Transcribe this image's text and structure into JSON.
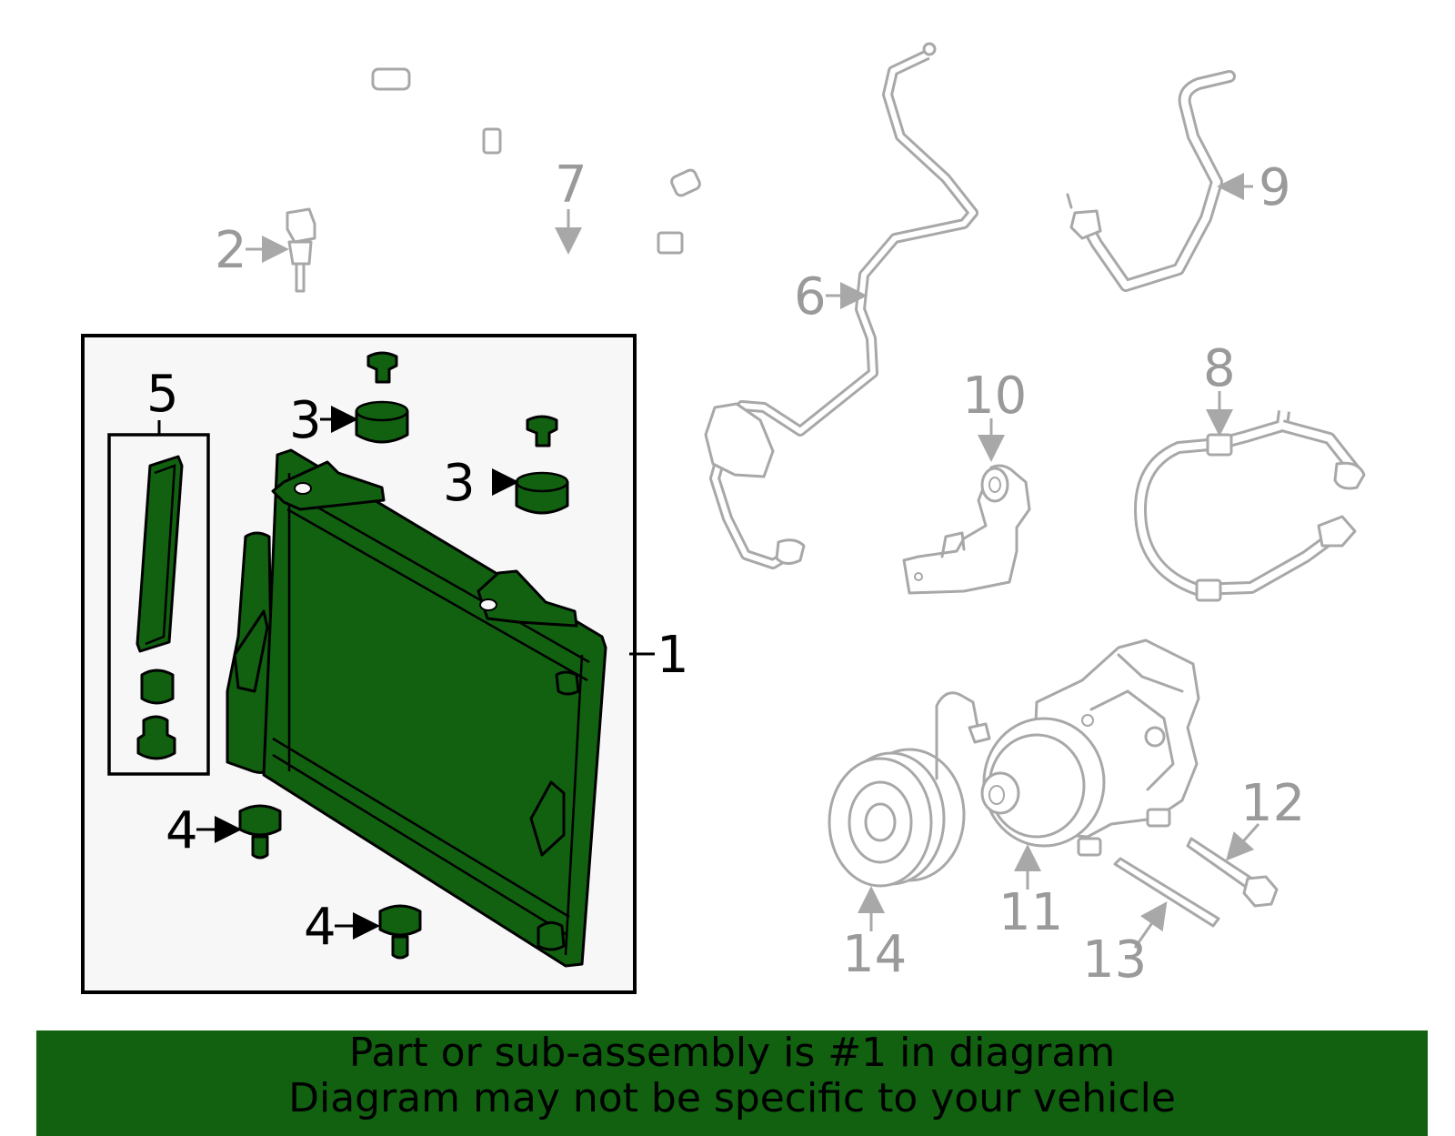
{
  "callouts": {
    "c1": "1",
    "c2": "2",
    "c3a": "3",
    "c3b": "3",
    "c4a": "4",
    "c4b": "4",
    "c5": "5",
    "c6": "6",
    "c7": "7",
    "c8": "8",
    "c9": "9",
    "c10": "10",
    "c11": "11",
    "c12": "12",
    "c13": "13",
    "c14": "14"
  },
  "footer": {
    "line1": "Part or sub-assembly is #1 in diagram",
    "line2": "Diagram may not be specific to your vehicle"
  },
  "colors": {
    "highlight": "#116110",
    "callout_dark": "#000000",
    "callout_light": "#9a9a9a",
    "panel_bg": "#f7f7f7"
  }
}
